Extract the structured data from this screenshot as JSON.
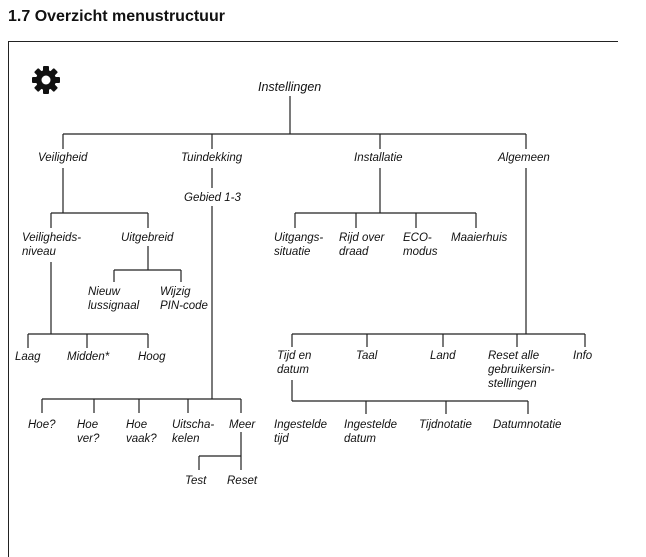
{
  "section_title": "1.7 Overzicht menustructuur",
  "icon": "gear-icon",
  "nodes": {
    "instellingen": "Instellingen",
    "veiligheid": "Veiligheid",
    "tuindekking": "Tuindekking",
    "installatie": "Installatie",
    "algemeen": "Algemeen",
    "gebied": "Gebied 1-3",
    "veiligheidsniveau": "Veiligheids-\nniveau",
    "uitgebreid": "Uitgebreid",
    "nieuw_lussignaal": "Nieuw\nlussignaal",
    "wijzig_pin": "Wijzig\nPIN-code",
    "laag": "Laag",
    "midden": "Midden*",
    "hoog": "Hoog",
    "uitgangssituatie": "Uitgangs-\nsituatie",
    "rijd_over_draad": "Rijd over\ndraad",
    "eco_modus": "ECO-\nmodus",
    "maaierhuis": "Maaierhuis",
    "tijd_en_datum": "Tijd en\ndatum",
    "taal": "Taal",
    "land": "Land",
    "reset_alle": "Reset alle\ngebruikersin-\nstellingen",
    "info": "Info",
    "hoe": "Hoe?",
    "hoe_ver": "Hoe\nver?",
    "hoe_vaak": "Hoe\nvaak?",
    "uitschakelen": "Uitscha-\nkelen",
    "meer": "Meer",
    "test": "Test",
    "reset": "Reset",
    "ingestelde_tijd": "Ingestelde\ntijd",
    "ingestelde_datum": "Ingestelde\ndatum",
    "tijdnotatie": "Tijdnotatie",
    "datumnotatie": "Datumnotatie"
  }
}
